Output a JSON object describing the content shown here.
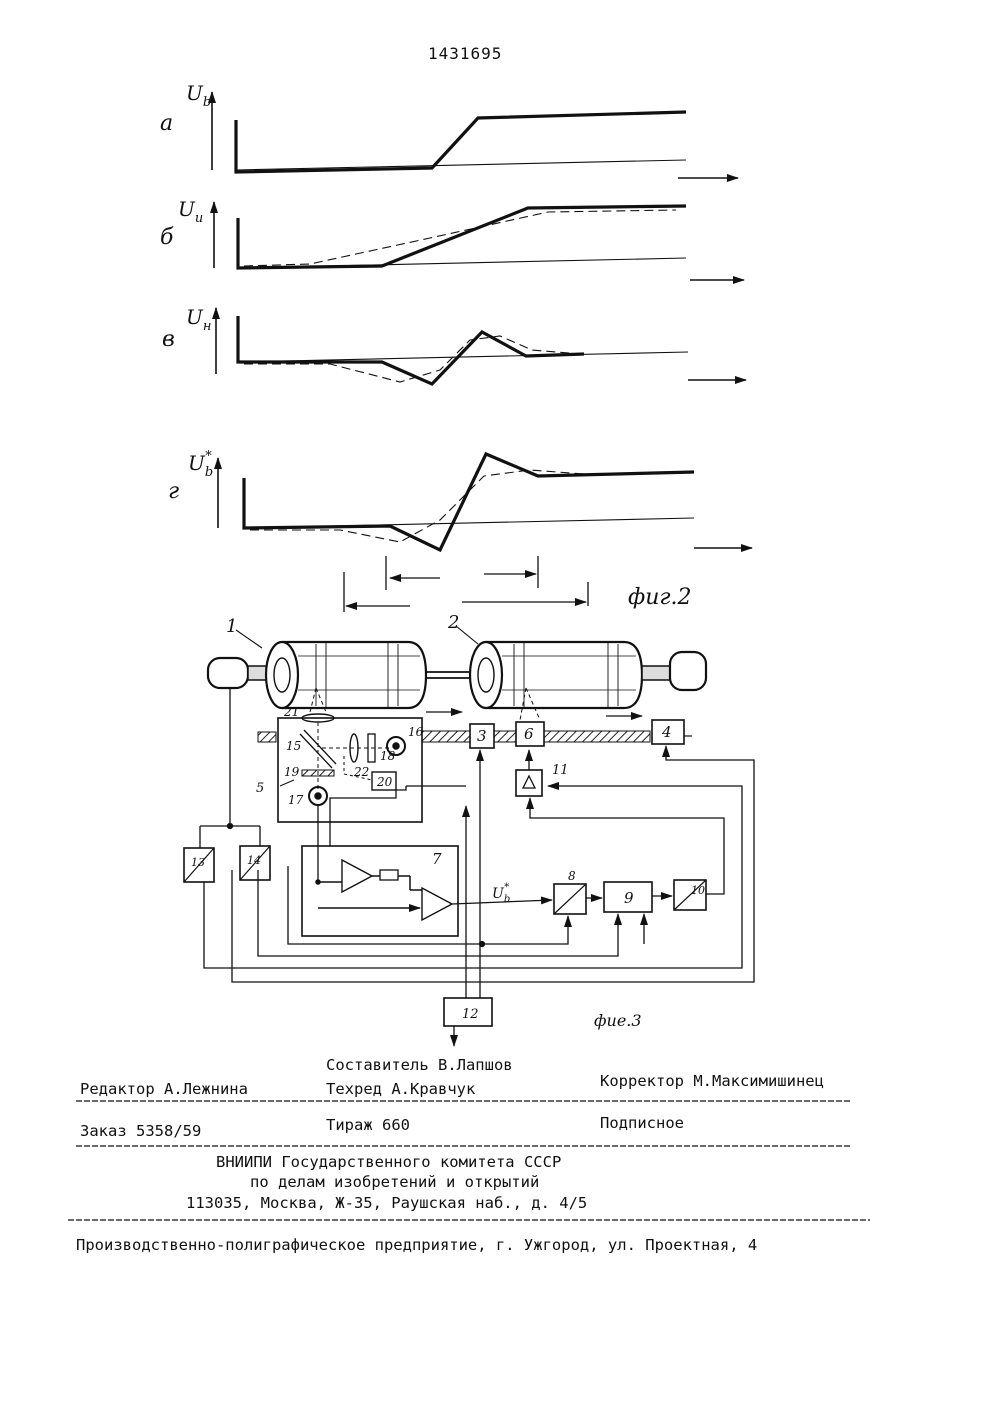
{
  "patent_number": "1431695",
  "fig2": {
    "caption": "фиг.2",
    "panels": [
      {
        "letter": "а",
        "label": "U",
        "sub": "b",
        "sup": ""
      },
      {
        "letter": "б",
        "label": "U",
        "sub": "и",
        "sup": ""
      },
      {
        "letter": "в",
        "label": "U",
        "sub": "н",
        "sup": ""
      },
      {
        "letter": "г",
        "label": "U",
        "sub": "b",
        "sup": "*"
      }
    ]
  },
  "fig3": {
    "caption": "фие.3",
    "numbers": [
      "1",
      "2",
      "3",
      "4",
      "5",
      "6",
      "7",
      "8",
      "9",
      "10",
      "11",
      "12",
      "13",
      "14",
      "15",
      "16",
      "17",
      "18",
      "19",
      "20",
      "21",
      "22"
    ],
    "signal_label": "U",
    "signal_sub": "b",
    "signal_sup": "*"
  },
  "imprint": {
    "compiler": "Составитель В.Лапшов",
    "editor": "Редактор А.Лежнина",
    "techred": "Техред А.Кравчук",
    "corrector": "Корректор М.Максимишинец",
    "order": "Заказ 5358/59",
    "circulation": "Тираж 660",
    "subscription": "Подписное",
    "org_line1": "ВНИИПИ Государственного комитета СССР",
    "org_line2": "по делам изобретений и открытий",
    "org_line3": "113035, Москва, Ж-35, Раушская наб., д. 4/5",
    "printer": "Производственно-полиграфическое предприятие, г. Ужгород, ул. Проектная, 4"
  }
}
